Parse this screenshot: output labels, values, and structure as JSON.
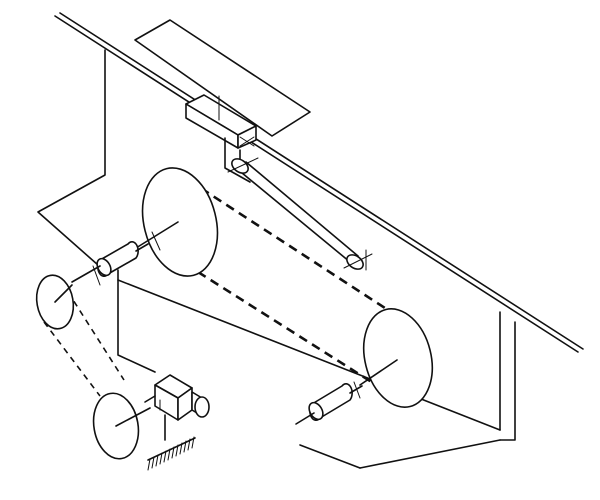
{
  "diagram": {
    "components": [
      {
        "id": "guide-rail",
        "kind": "rail"
      },
      {
        "id": "plate",
        "kind": "plate"
      },
      {
        "id": "slider-block",
        "kind": "block"
      },
      {
        "id": "connecting-rod",
        "kind": "rod"
      },
      {
        "id": "large-pulley-upper",
        "kind": "pulley"
      },
      {
        "id": "large-pulley-lower",
        "kind": "pulley"
      },
      {
        "id": "small-pulley-upper",
        "kind": "pulley"
      },
      {
        "id": "small-pulley-lower",
        "kind": "pulley"
      },
      {
        "id": "motor",
        "kind": "motor"
      },
      {
        "id": "base-comb",
        "kind": "ground"
      }
    ],
    "belts": [
      {
        "from": "large-pulley-upper",
        "to": "large-pulley-lower",
        "style": "dashed"
      },
      {
        "from": "small-pulley-upper",
        "to": "small-pulley-lower",
        "style": "dashed"
      }
    ],
    "stroke_color": "#111111",
    "background_color": "#ffffff"
  }
}
